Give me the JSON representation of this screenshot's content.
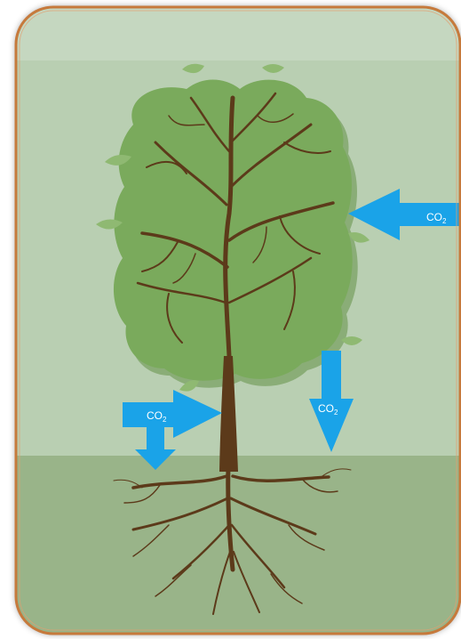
{
  "colors": {
    "sky": "#b9cfb2",
    "ground": "#99b489",
    "frame": "#c67a3c",
    "canopy": "#7aaa5c",
    "canopy_shadow": "#6a9650",
    "leaf": "#8fb972",
    "trunk": "#5c3a1a",
    "arrow": "#1aa3e8",
    "label": "#ffffff"
  },
  "labels": {
    "arrow_right": "CO",
    "arrow_right_sub": "2",
    "arrow_down": "CO",
    "arrow_down_sub": "2",
    "arrow_left": "CO",
    "arrow_left_sub": "2"
  },
  "icons": [
    "tree-illustration",
    "roots",
    "co2-arrow"
  ]
}
